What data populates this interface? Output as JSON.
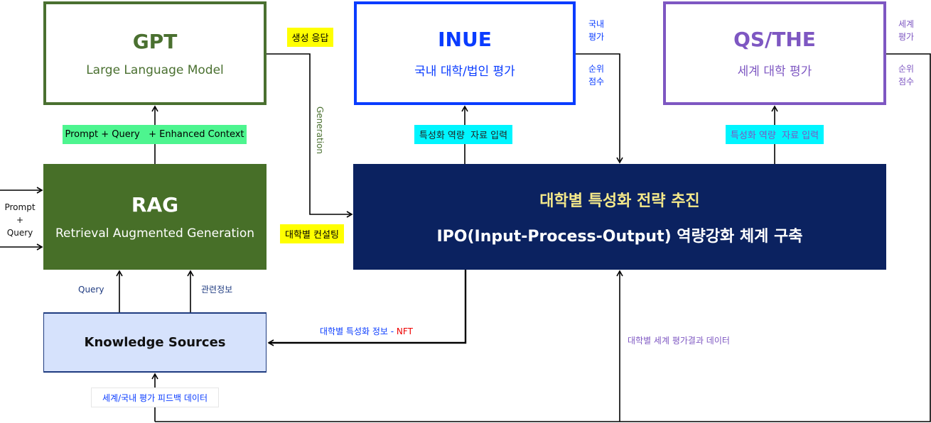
{
  "gpt": {
    "title": "GPT",
    "subtitle": "Large Language Model"
  },
  "inue": {
    "title": "INUE",
    "subtitle": "국내 대학/법인 평가"
  },
  "qs": {
    "title": "QS/THE",
    "subtitle": "세계 대학 평가"
  },
  "rag": {
    "title": "RAG",
    "subtitle": "Retrieval Augmented Generation"
  },
  "ipo": {
    "title": "대학별 특성화 전략 추진",
    "subtitle": "IPO(Input-Process-Output) 역량강화 체계 구축"
  },
  "knowledge": {
    "title": "Knowledge Sources"
  },
  "labels": {
    "generated_response": "생성 응답",
    "generation": "Generation",
    "prompt_context": "Prompt + Query   + Enhanced Context",
    "input_inue": "특성화 역량  자료 입력",
    "input_qs": "특성화 역량  자료 입력",
    "domestic_eval_1": "국내",
    "domestic_eval_2": "평가",
    "rank_score_1": "순위",
    "rank_score_2": "점수",
    "world_eval_1": "세계",
    "world_eval_2": "평가",
    "rank_score_qs_1": "순위",
    "rank_score_qs_2": "점수",
    "prompt_1": "Prompt",
    "prompt_2": "+",
    "prompt_3": "Query",
    "consulting": "대학별 컨설팅",
    "query": "Query",
    "related_info": "관련정보",
    "nft_info": "대학별 특성화 정보 - ",
    "nft": "NFT",
    "world_result": "대학별 세계 평가결과 데이터",
    "feedback": "세계/국내 평가 피드백 데이터"
  },
  "colors": {
    "green": "#4a7030",
    "blue": "#0a3cff",
    "purple": "#7e57c2",
    "navy": "#0b2260",
    "yellow": "#ffff00",
    "cyan": "#00f5ff",
    "mint": "#4df58f"
  }
}
